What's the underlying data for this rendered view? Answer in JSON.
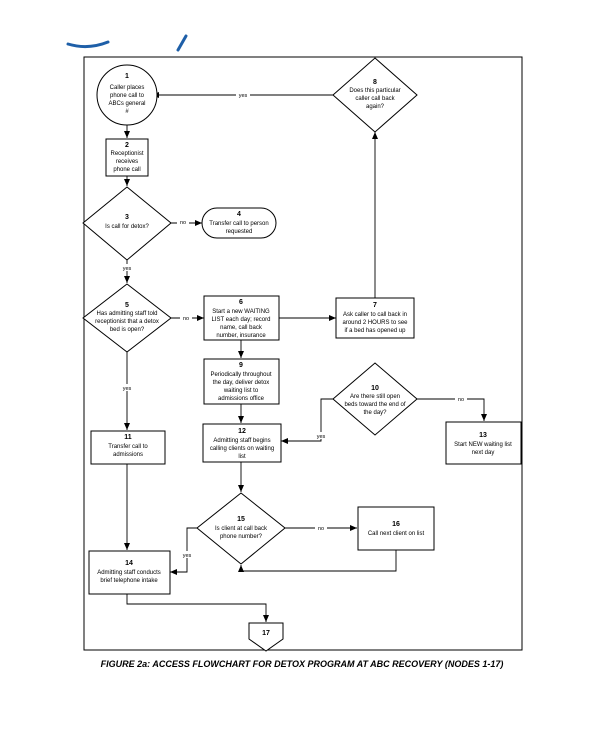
{
  "caption": "FIGURE 2a: ACCESS FLOWCHART FOR DETOX PROGRAM AT ABC RECOVERY (NODES 1-17)",
  "colors": {
    "line": "#000000",
    "background": "#ffffff",
    "logo": "#1e5fa8"
  },
  "nodes": {
    "n1": {
      "num": "1",
      "lines": [
        "Caller places",
        "phone call to",
        "ABCs general",
        "#"
      ]
    },
    "n2": {
      "num": "2",
      "lines": [
        "Receptionist",
        "receives",
        "phone call"
      ]
    },
    "n3": {
      "num": "3",
      "lines": [
        "Is call for detox?"
      ]
    },
    "n4": {
      "num": "4",
      "lines": [
        "Transfer call to person",
        "requested"
      ]
    },
    "n5": {
      "num": "5",
      "lines": [
        "Has admitting staff told",
        "receptionist that a detox",
        "bed is open?"
      ]
    },
    "n6": {
      "num": "6",
      "lines": [
        "Start a new WAITING",
        "LIST each day; record",
        "name, call back",
        "number, insurance"
      ]
    },
    "n7": {
      "num": "7",
      "lines": [
        "Ask caller to call back in",
        "around 2 HOURS to see",
        "if a bed has opened up"
      ]
    },
    "n8": {
      "num": "8",
      "lines": [
        "Does this particular",
        "caller call back",
        "again?"
      ]
    },
    "n9": {
      "num": "9",
      "lines": [
        "Periodically throughout",
        "the day, deliver detox",
        "waiting list to",
        "admissions office"
      ]
    },
    "n10": {
      "num": "10",
      "lines": [
        "Are there still open",
        "beds toward the end of",
        "the day?"
      ]
    },
    "n11": {
      "num": "11",
      "lines": [
        "Transfer call to",
        "admissions"
      ]
    },
    "n12": {
      "num": "12",
      "lines": [
        "Admitting staff begins",
        "calling clients on waiting",
        "list"
      ]
    },
    "n13": {
      "num": "13",
      "lines": [
        "Start NEW waiting list",
        "next day"
      ]
    },
    "n14": {
      "num": "14",
      "lines": [
        "Admitting staff conducts",
        "brief telephone intake"
      ]
    },
    "n15": {
      "num": "15",
      "lines": [
        "Is client at call back",
        "phone number?"
      ]
    },
    "n16": {
      "num": "16",
      "lines": [
        "Call next client on list"
      ]
    },
    "n17": {
      "num": "17",
      "lines": []
    }
  },
  "edge_labels": {
    "e8_1": "yes",
    "e3_4": "no",
    "e3_5": "yes",
    "e5_6": "no",
    "e5_11": "yes",
    "e10_12": "yes",
    "e10_13": "no",
    "e15_16": "no",
    "e15_14": "yes"
  }
}
